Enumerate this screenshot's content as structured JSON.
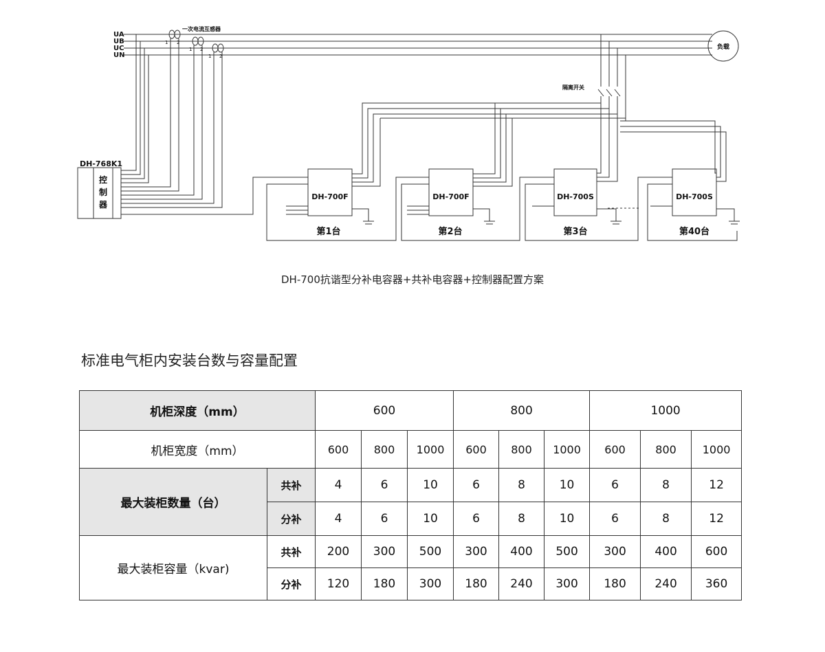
{
  "diagram": {
    "phase_labels": [
      "UA",
      "UB",
      "UC",
      "UN"
    ],
    "ct_label": "一次电流互感器",
    "ct_terminals": [
      "1",
      "2"
    ],
    "load_label": "负载",
    "switch_label": "隔离开关",
    "controller": {
      "model": "DH-768K1",
      "name_chars": [
        "控",
        "制",
        "器"
      ]
    },
    "units": [
      {
        "model": "DH-700F",
        "caption": "第1台"
      },
      {
        "model": "DH-700F",
        "caption": "第2台"
      },
      {
        "model": "DH-700S",
        "caption": "第3台"
      },
      {
        "model": "DH-700S",
        "caption": "第40台"
      }
    ]
  },
  "caption": "DH-700抗谐型分补电容器+共补电容器+控制器配置方案",
  "table_title": "标准电气柜内安装台数与容量配置",
  "table": {
    "depth_label": "机柜深度（mm）",
    "depths": [
      "600",
      "800",
      "1000"
    ],
    "width_label": "机柜宽度（mm）",
    "widths": [
      "600",
      "800",
      "1000",
      "600",
      "800",
      "1000",
      "600",
      "800",
      "1000"
    ],
    "count_label": "最大装柜数量（台）",
    "capacity_label": "最大装柜容量（kvar)",
    "type_common": "共补",
    "type_split": "分补",
    "count_common": [
      "4",
      "6",
      "10",
      "6",
      "8",
      "10",
      "6",
      "8",
      "12"
    ],
    "count_split": [
      "4",
      "6",
      "10",
      "6",
      "8",
      "10",
      "6",
      "8",
      "12"
    ],
    "cap_common": [
      "200",
      "300",
      "500",
      "300",
      "400",
      "500",
      "300",
      "400",
      "600"
    ],
    "cap_split": [
      "120",
      "180",
      "300",
      "180",
      "240",
      "300",
      "180",
      "240",
      "360"
    ]
  }
}
